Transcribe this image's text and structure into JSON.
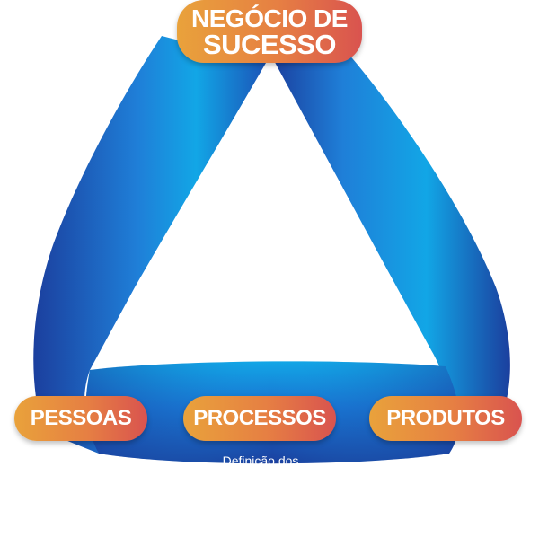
{
  "top_label": {
    "line1": "NEGÓCIO DE",
    "line2": "SUCESSO"
  },
  "bottom_labels": {
    "pessoas": "PESSOAS",
    "processos": "PROCESSOS",
    "produtos": "PRODUTOS"
  },
  "caption": "Definição dos",
  "colors": {
    "band_dark": "#1b3f9e",
    "band_mid": "#1a6fd0",
    "band_light": "#12a6e6",
    "pill_start": "#e9a23b",
    "pill_end": "#d9534f",
    "text": "#ffffff"
  }
}
